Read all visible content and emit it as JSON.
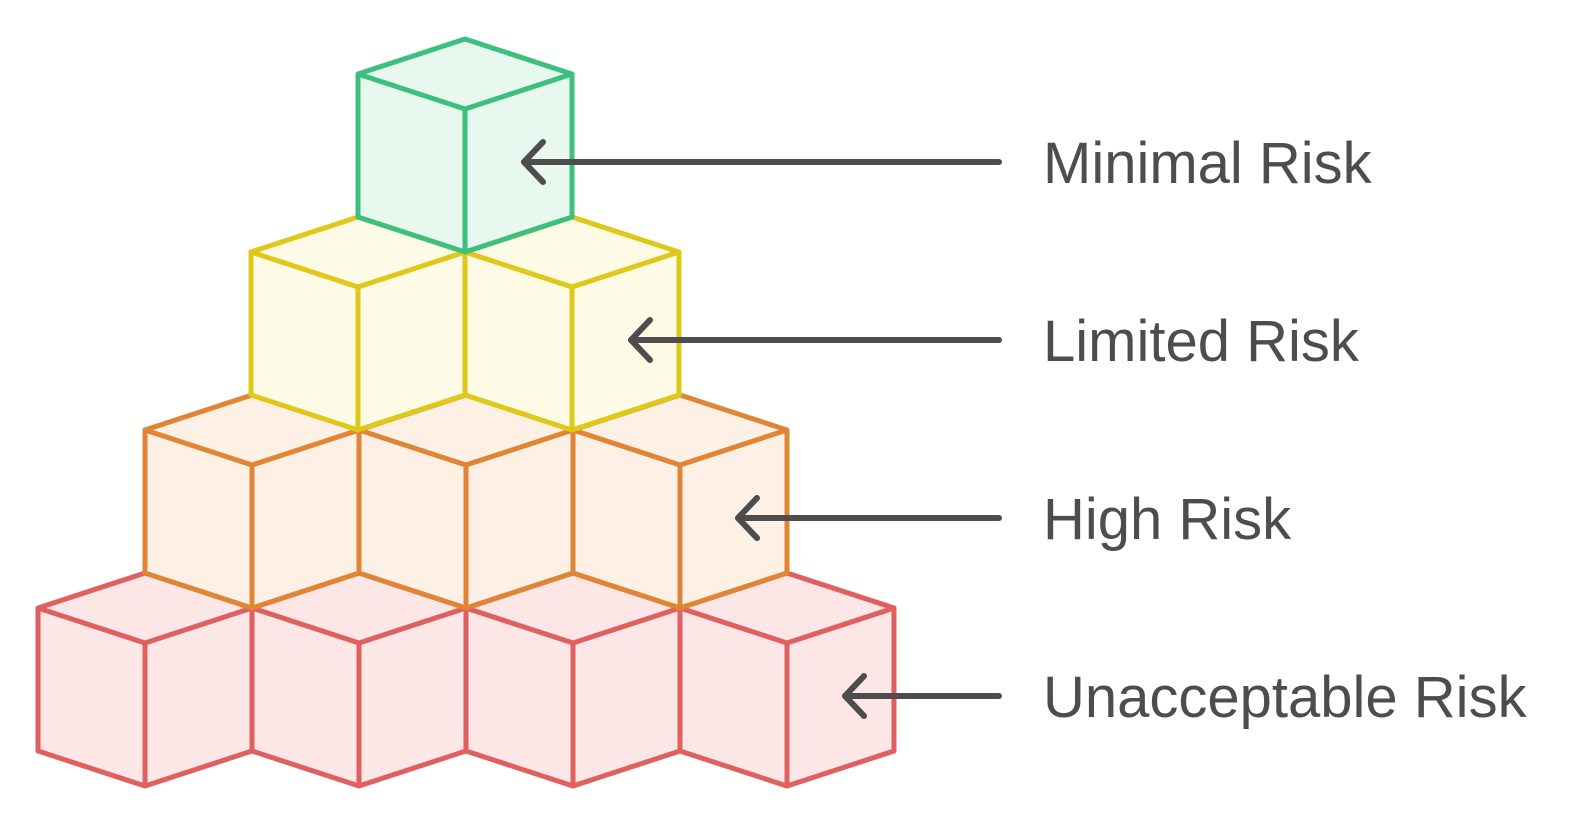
{
  "tiers": [
    {
      "id": "minimal",
      "label": "Minimal Risk",
      "stroke": "#3dbf7e",
      "fill": "#e8f8ef",
      "cube_count": 1
    },
    {
      "id": "limited",
      "label": "Limited Risk",
      "stroke": "#e0c81a",
      "fill": "#fdfbe6",
      "cube_count": 2
    },
    {
      "id": "high",
      "label": "High Risk",
      "stroke": "#e08535",
      "fill": "#fdf1e6",
      "cube_count": 3
    },
    {
      "id": "unacceptable",
      "label": "Unacceptable Risk",
      "stroke": "#e06060",
      "fill": "#fde6e6",
      "cube_count": 4
    }
  ],
  "arrow_color": "#4d4d4d",
  "arrow_icon": "arrow-left-icon"
}
